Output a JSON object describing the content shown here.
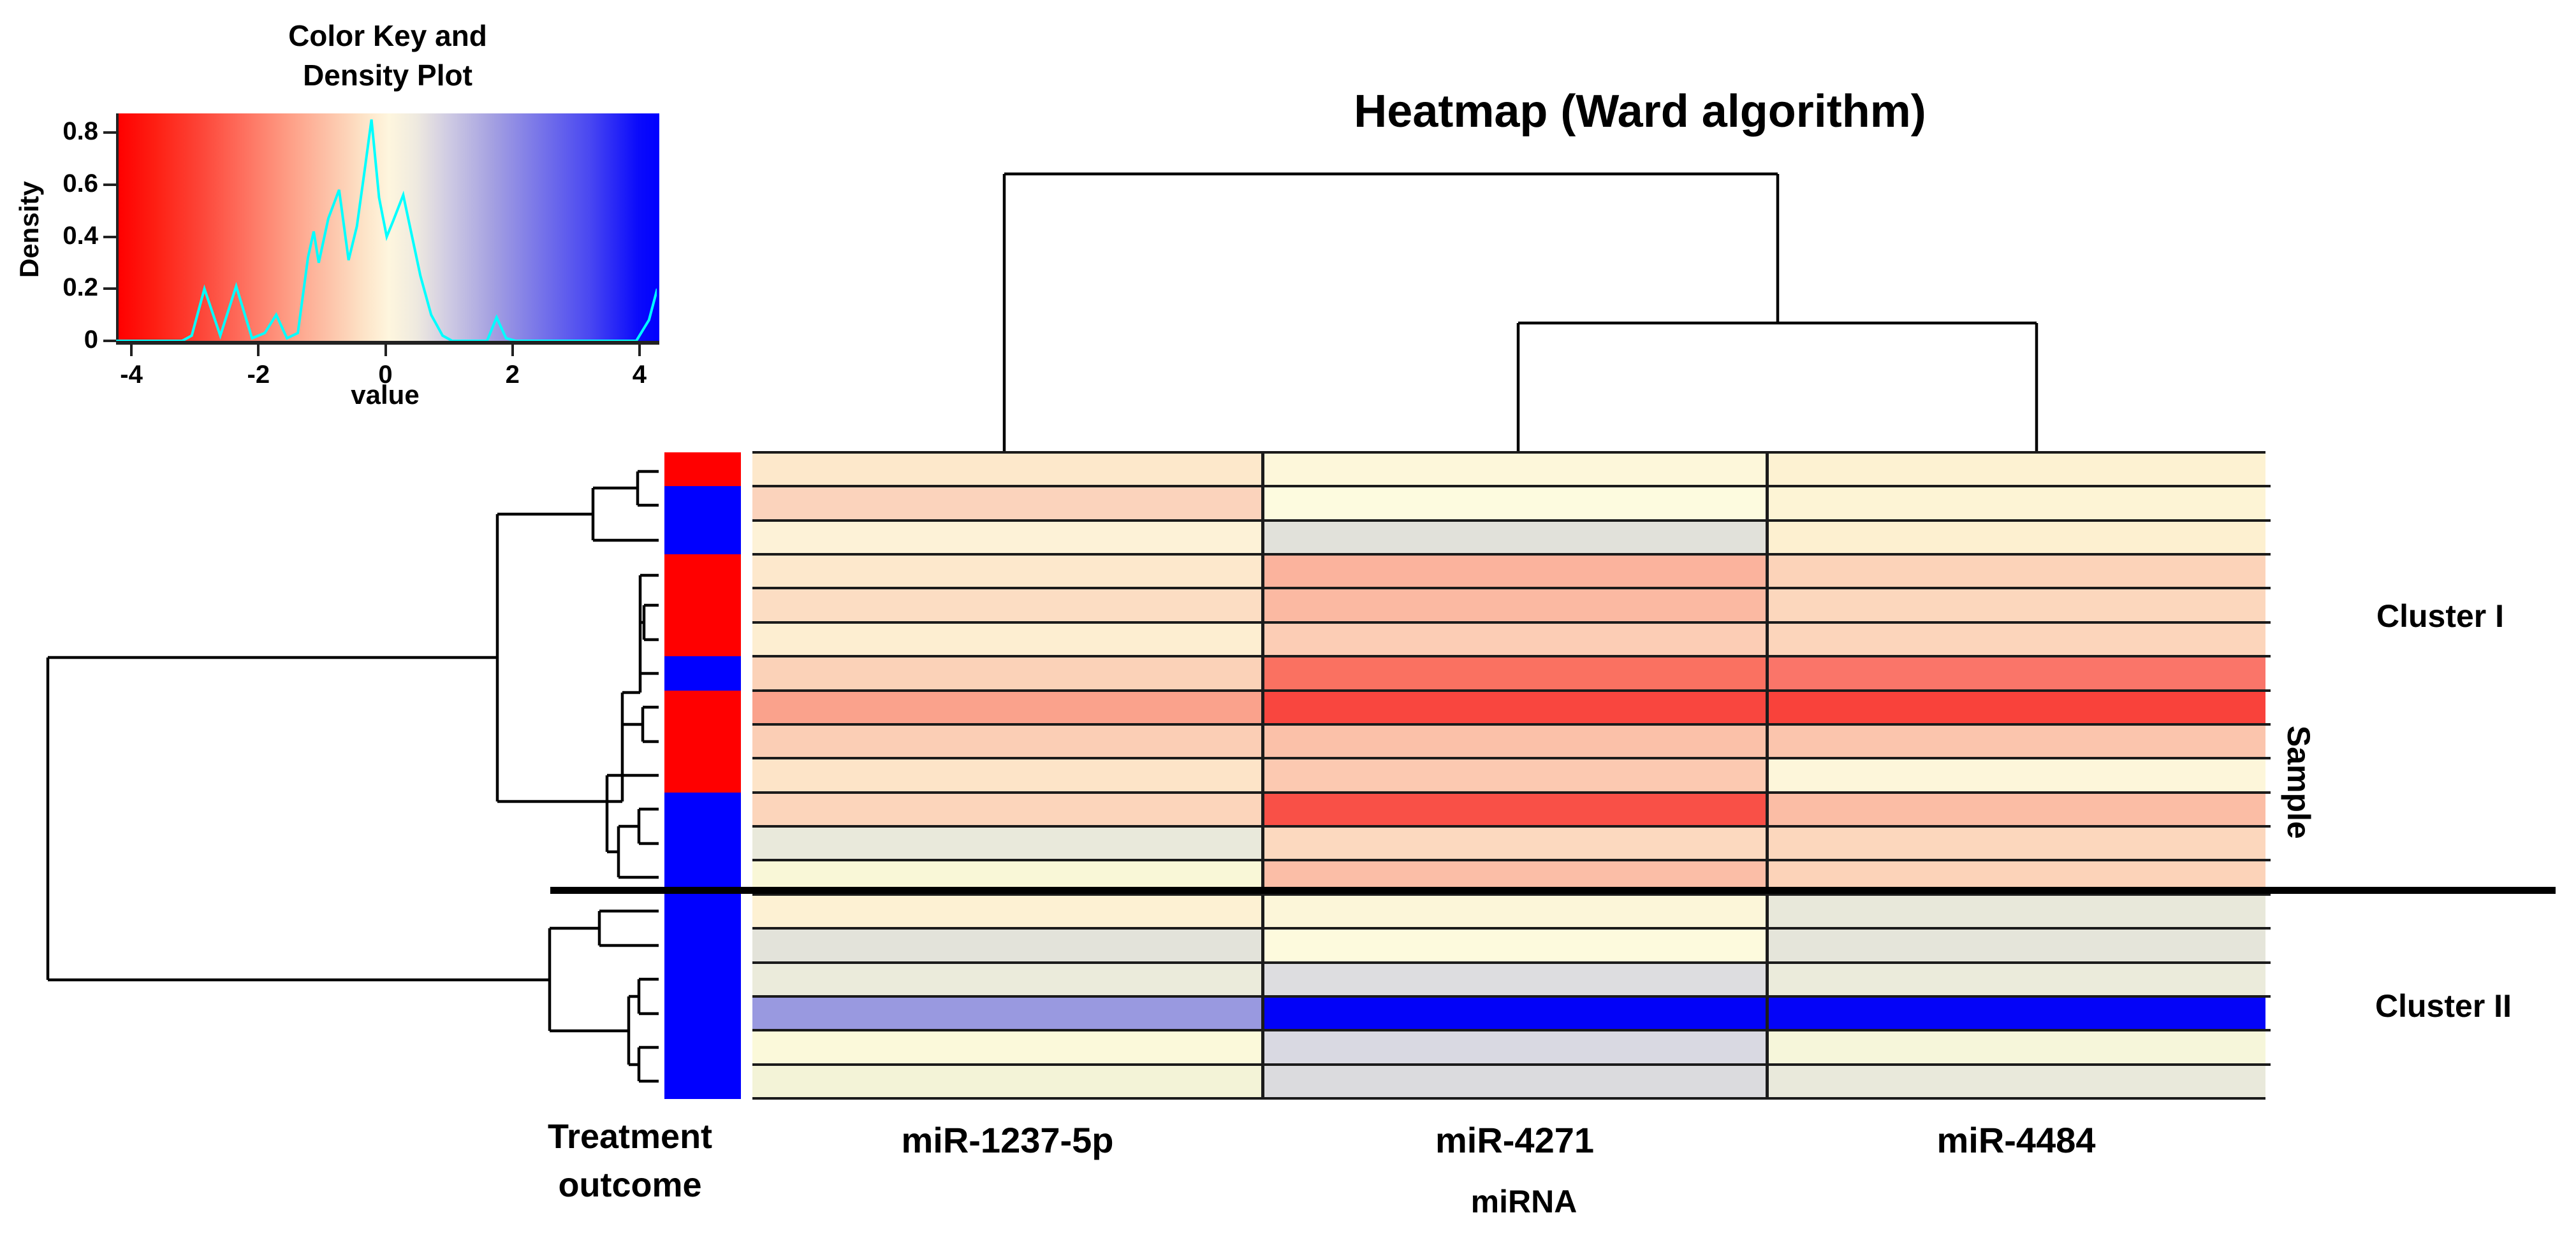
{
  "chart_data": {
    "type": "heatmap",
    "title": "Heatmap (Ward algorithm)",
    "xlabel": "miRNA",
    "ylabel_right": "Sample",
    "columns": [
      "miR-1237-5p",
      "miR-4271",
      "miR-4484"
    ],
    "cluster_labels": [
      "Cluster I",
      "Cluster II"
    ],
    "cluster1_row_count": 13,
    "cluster2_row_count": 6,
    "row_annotation": {
      "label_lines": [
        "Treatment",
        "outcome"
      ],
      "palette": {
        "red": "#FF0000",
        "blue": "#0000FF"
      },
      "colors_by_row": [
        "red",
        "blue",
        "blue",
        "red",
        "red",
        "red",
        "blue",
        "red",
        "red",
        "red",
        "blue",
        "blue",
        "blue",
        "blue",
        "blue",
        "blue",
        "blue",
        "blue",
        "blue"
      ]
    },
    "cells_hex": [
      [
        "#FDE8CB",
        "#FDF7DA",
        "#FDF2D2"
      ],
      [
        "#FBD3BC",
        "#FDFBDF",
        "#FDF4D5"
      ],
      [
        "#FDF2D7",
        "#E1E1DA",
        "#FDF0D0"
      ],
      [
        "#FDE8CC",
        "#FBB39D",
        "#FCD3B9"
      ],
      [
        "#FCDDC3",
        "#FBB9A2",
        "#FCD7BD"
      ],
      [
        "#FDEED1",
        "#FCCDB5",
        "#FCD5BB"
      ],
      [
        "#FBD2B8",
        "#FA7161",
        "#FA7569"
      ],
      [
        "#FAA28C",
        "#F9463F",
        "#F9423B"
      ],
      [
        "#FBCEB5",
        "#FBC1A9",
        "#FBC5AD"
      ],
      [
        "#FDE4C8",
        "#FCC9B1",
        "#FDF6DA"
      ],
      [
        "#FCD5BB",
        "#F95047",
        "#FBBDA5"
      ],
      [
        "#E9E9DB",
        "#FCD9BF",
        "#FCD7BD"
      ],
      [
        "#F9F7D7",
        "#FBBEA7",
        "#FCD3B9"
      ],
      [
        "#FDF1D3",
        "#FCF6D9",
        "#E8E8DA"
      ],
      [
        "#E3E3DA",
        "#FDFADD",
        "#E5E5DA"
      ],
      [
        "#EBEBDB",
        "#DDDDE0",
        "#EBEBDB"
      ],
      [
        "#9999E0",
        "#0202F8",
        "#0404F8"
      ],
      [
        "#FBF9DA",
        "#D9D9E2",
        "#F6F6DA"
      ],
      [
        "#F3F3D7",
        "#DBDBDE",
        "#E9E9DB"
      ]
    ],
    "values_est": [
      [
        -0.2,
        0.0,
        -0.1
      ],
      [
        -0.6,
        0.0,
        0.0
      ],
      [
        -0.1,
        0.5,
        -0.1
      ],
      [
        -0.2,
        -1.1,
        -0.6
      ],
      [
        -0.4,
        -1.0,
        -0.5
      ],
      [
        -0.2,
        -0.7,
        -0.5
      ],
      [
        -0.6,
        -2.2,
        -2.2
      ],
      [
        -1.4,
        -2.9,
        -2.9
      ],
      [
        -0.7,
        -0.9,
        -0.8
      ],
      [
        -0.3,
        -0.8,
        0.0
      ],
      [
        -0.6,
        -2.7,
        -0.9
      ],
      [
        0.3,
        -0.5,
        -0.5
      ],
      [
        0.1,
        -0.9,
        -0.6
      ],
      [
        -0.1,
        0.0,
        0.3
      ],
      [
        0.4,
        0.0,
        0.4
      ],
      [
        0.3,
        0.5,
        0.3
      ],
      [
        1.6,
        4.0,
        4.0
      ],
      [
        0.1,
        0.6,
        0.1
      ],
      [
        0.2,
        0.6,
        0.3
      ]
    ],
    "color_scale": {
      "domain": [
        -4,
        4
      ],
      "negative": "#FF0000",
      "center": "#FDF5DC",
      "positive": "#0000FF"
    },
    "density_plot": {
      "title_lines": [
        "Color Key and",
        "Density Plot"
      ],
      "xlabel": "value",
      "ylabel": "Density",
      "x_ticks": [
        -4,
        -2,
        0,
        2,
        4
      ],
      "y_ticks": [
        0,
        0.2,
        0.4,
        0.6,
        0.8
      ],
      "curve_color": "#00FFFF",
      "gradient_stops": [
        [
          "#FF0000",
          0
        ],
        [
          "#FE2014",
          7
        ],
        [
          "#FD4437",
          15
        ],
        [
          "#FE6F5E",
          23
        ],
        [
          "#FE9B83",
          31
        ],
        [
          "#FDC3A9",
          39
        ],
        [
          "#FDE2C6",
          45
        ],
        [
          "#FEF6DE",
          50
        ],
        [
          "#EFEADF",
          55
        ],
        [
          "#CFCBE3",
          61
        ],
        [
          "#A5A1E1",
          69
        ],
        [
          "#7C79E8",
          77
        ],
        [
          "#4A48F1",
          87
        ],
        [
          "#0B0BFB",
          96
        ],
        [
          "#0000FF",
          100
        ]
      ],
      "curve": [
        [
          -4.24,
          0
        ],
        [
          -3.2,
          0
        ],
        [
          -3.05,
          0.02
        ],
        [
          -2.85,
          0.2
        ],
        [
          -2.6,
          0.02
        ],
        [
          -2.35,
          0.21
        ],
        [
          -2.1,
          0.01
        ],
        [
          -1.9,
          0.03
        ],
        [
          -1.72,
          0.1
        ],
        [
          -1.55,
          0.01
        ],
        [
          -1.38,
          0.03
        ],
        [
          -1.22,
          0.32
        ],
        [
          -1.13,
          0.42
        ],
        [
          -1.05,
          0.3
        ],
        [
          -0.9,
          0.47
        ],
        [
          -0.73,
          0.58
        ],
        [
          -0.58,
          0.31
        ],
        [
          -0.45,
          0.44
        ],
        [
          -0.33,
          0.65
        ],
        [
          -0.22,
          0.85
        ],
        [
          -0.1,
          0.55
        ],
        [
          0.02,
          0.4
        ],
        [
          0.12,
          0.46
        ],
        [
          0.28,
          0.56
        ],
        [
          0.42,
          0.4
        ],
        [
          0.55,
          0.25
        ],
        [
          0.72,
          0.1
        ],
        [
          0.9,
          0.02
        ],
        [
          1.05,
          0
        ],
        [
          1.6,
          0
        ],
        [
          1.75,
          0.09
        ],
        [
          1.9,
          0.01
        ],
        [
          2.05,
          0
        ],
        [
          3.95,
          0
        ],
        [
          4.15,
          0.08
        ],
        [
          4.28,
          0.2
        ]
      ]
    },
    "row_dendrogram_segments": [
      [
        75,
        1032,
        75,
        1538
      ],
      [
        75,
        1032,
        780,
        1032
      ],
      [
        75,
        1538,
        862,
        1538
      ],
      [
        780,
        807,
        780,
        1258
      ],
      [
        780,
        807,
        930,
        807
      ],
      [
        930,
        766,
        930,
        848
      ],
      [
        930,
        766,
        1000,
        766
      ],
      [
        1000,
        740,
        1000,
        793
      ],
      [
        1000,
        740,
        1033,
        740
      ],
      [
        1000,
        793,
        1033,
        793
      ],
      [
        930,
        848,
        1033,
        848
      ],
      [
        780,
        1258,
        976,
        1258
      ],
      [
        976,
        1087,
        976,
        1258
      ],
      [
        976,
        1087,
        1004,
        1087
      ],
      [
        1004,
        903,
        1004,
        1087
      ],
      [
        1004,
        903,
        1033,
        903
      ],
      [
        1010,
        950,
        1010,
        1004
      ],
      [
        1010,
        950,
        1033,
        950
      ],
      [
        1010,
        1004,
        1033,
        1004
      ],
      [
        1004,
        977,
        1010,
        977
      ],
      [
        1004,
        1057,
        1033,
        1057
      ],
      [
        976,
        1137,
        1008,
        1137
      ],
      [
        1008,
        1110,
        1008,
        1164
      ],
      [
        1008,
        1110,
        1033,
        1110
      ],
      [
        1008,
        1164,
        1033,
        1164
      ],
      [
        952,
        1217,
        952,
        1337
      ],
      [
        952,
        1217,
        1033,
        1217
      ],
      [
        952,
        1337,
        970,
        1337
      ],
      [
        970,
        1297,
        970,
        1377
      ],
      [
        970,
        1297,
        1002,
        1297
      ],
      [
        1002,
        1270,
        1002,
        1324
      ],
      [
        1002,
        1270,
        1033,
        1270
      ],
      [
        1002,
        1324,
        1033,
        1324
      ],
      [
        970,
        1377,
        1033,
        1377
      ],
      [
        862,
        1457,
        862,
        1618
      ],
      [
        862,
        1457,
        940,
        1457
      ],
      [
        940,
        1430,
        940,
        1484
      ],
      [
        940,
        1430,
        1033,
        1430
      ],
      [
        940,
        1484,
        1033,
        1484
      ],
      [
        862,
        1618,
        986,
        1618
      ],
      [
        986,
        1564,
        986,
        1671
      ],
      [
        986,
        1564,
        1002,
        1564
      ],
      [
        1002,
        1537,
        1002,
        1591
      ],
      [
        1002,
        1537,
        1033,
        1537
      ],
      [
        1002,
        1591,
        1033,
        1591
      ],
      [
        986,
        1671,
        1002,
        1671
      ],
      [
        1002,
        1644,
        1002,
        1697
      ],
      [
        1002,
        1644,
        1033,
        1644
      ],
      [
        1002,
        1697,
        1033,
        1697
      ]
    ],
    "col_dendrogram_segments": [
      [
        1575,
        273,
        2788,
        273
      ],
      [
        1575,
        273,
        1575,
        708
      ],
      [
        2788,
        273,
        2788,
        507
      ],
      [
        2381,
        507,
        3194,
        507
      ],
      [
        2381,
        507,
        2381,
        708
      ],
      [
        3194,
        507,
        3194,
        708
      ]
    ]
  }
}
